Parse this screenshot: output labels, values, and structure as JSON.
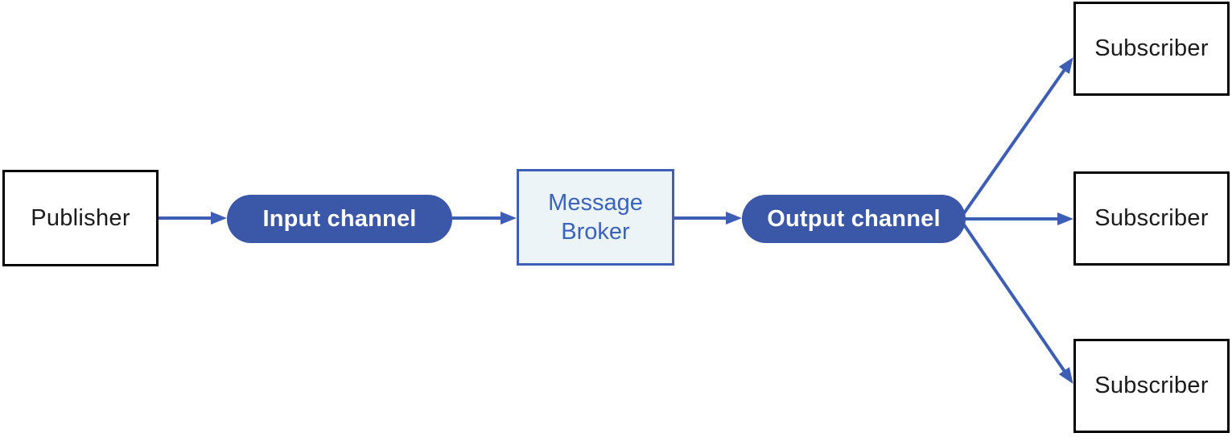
{
  "diagram": {
    "nodes": {
      "publisher": {
        "label": "Publisher"
      },
      "input_channel": {
        "label": "Input channel"
      },
      "message_broker": {
        "label": "Message Broker"
      },
      "output_channel": {
        "label": "Output channel"
      },
      "subscribers": [
        {
          "label": "Subscriber"
        },
        {
          "label": "Subscriber"
        },
        {
          "label": "Subscriber"
        }
      ]
    },
    "colors": {
      "channel_fill": "#3A57A8",
      "channel_text": "#FFFFFF",
      "broker_fill": "#EDF4F8",
      "broker_border": "#3D5FB8",
      "broker_text": "#3A63BE",
      "arrow": "#3C5EB4",
      "endpoint_border": "#000000",
      "endpoint_text": "#1A1A1A",
      "background": "#FFFFFF"
    }
  }
}
